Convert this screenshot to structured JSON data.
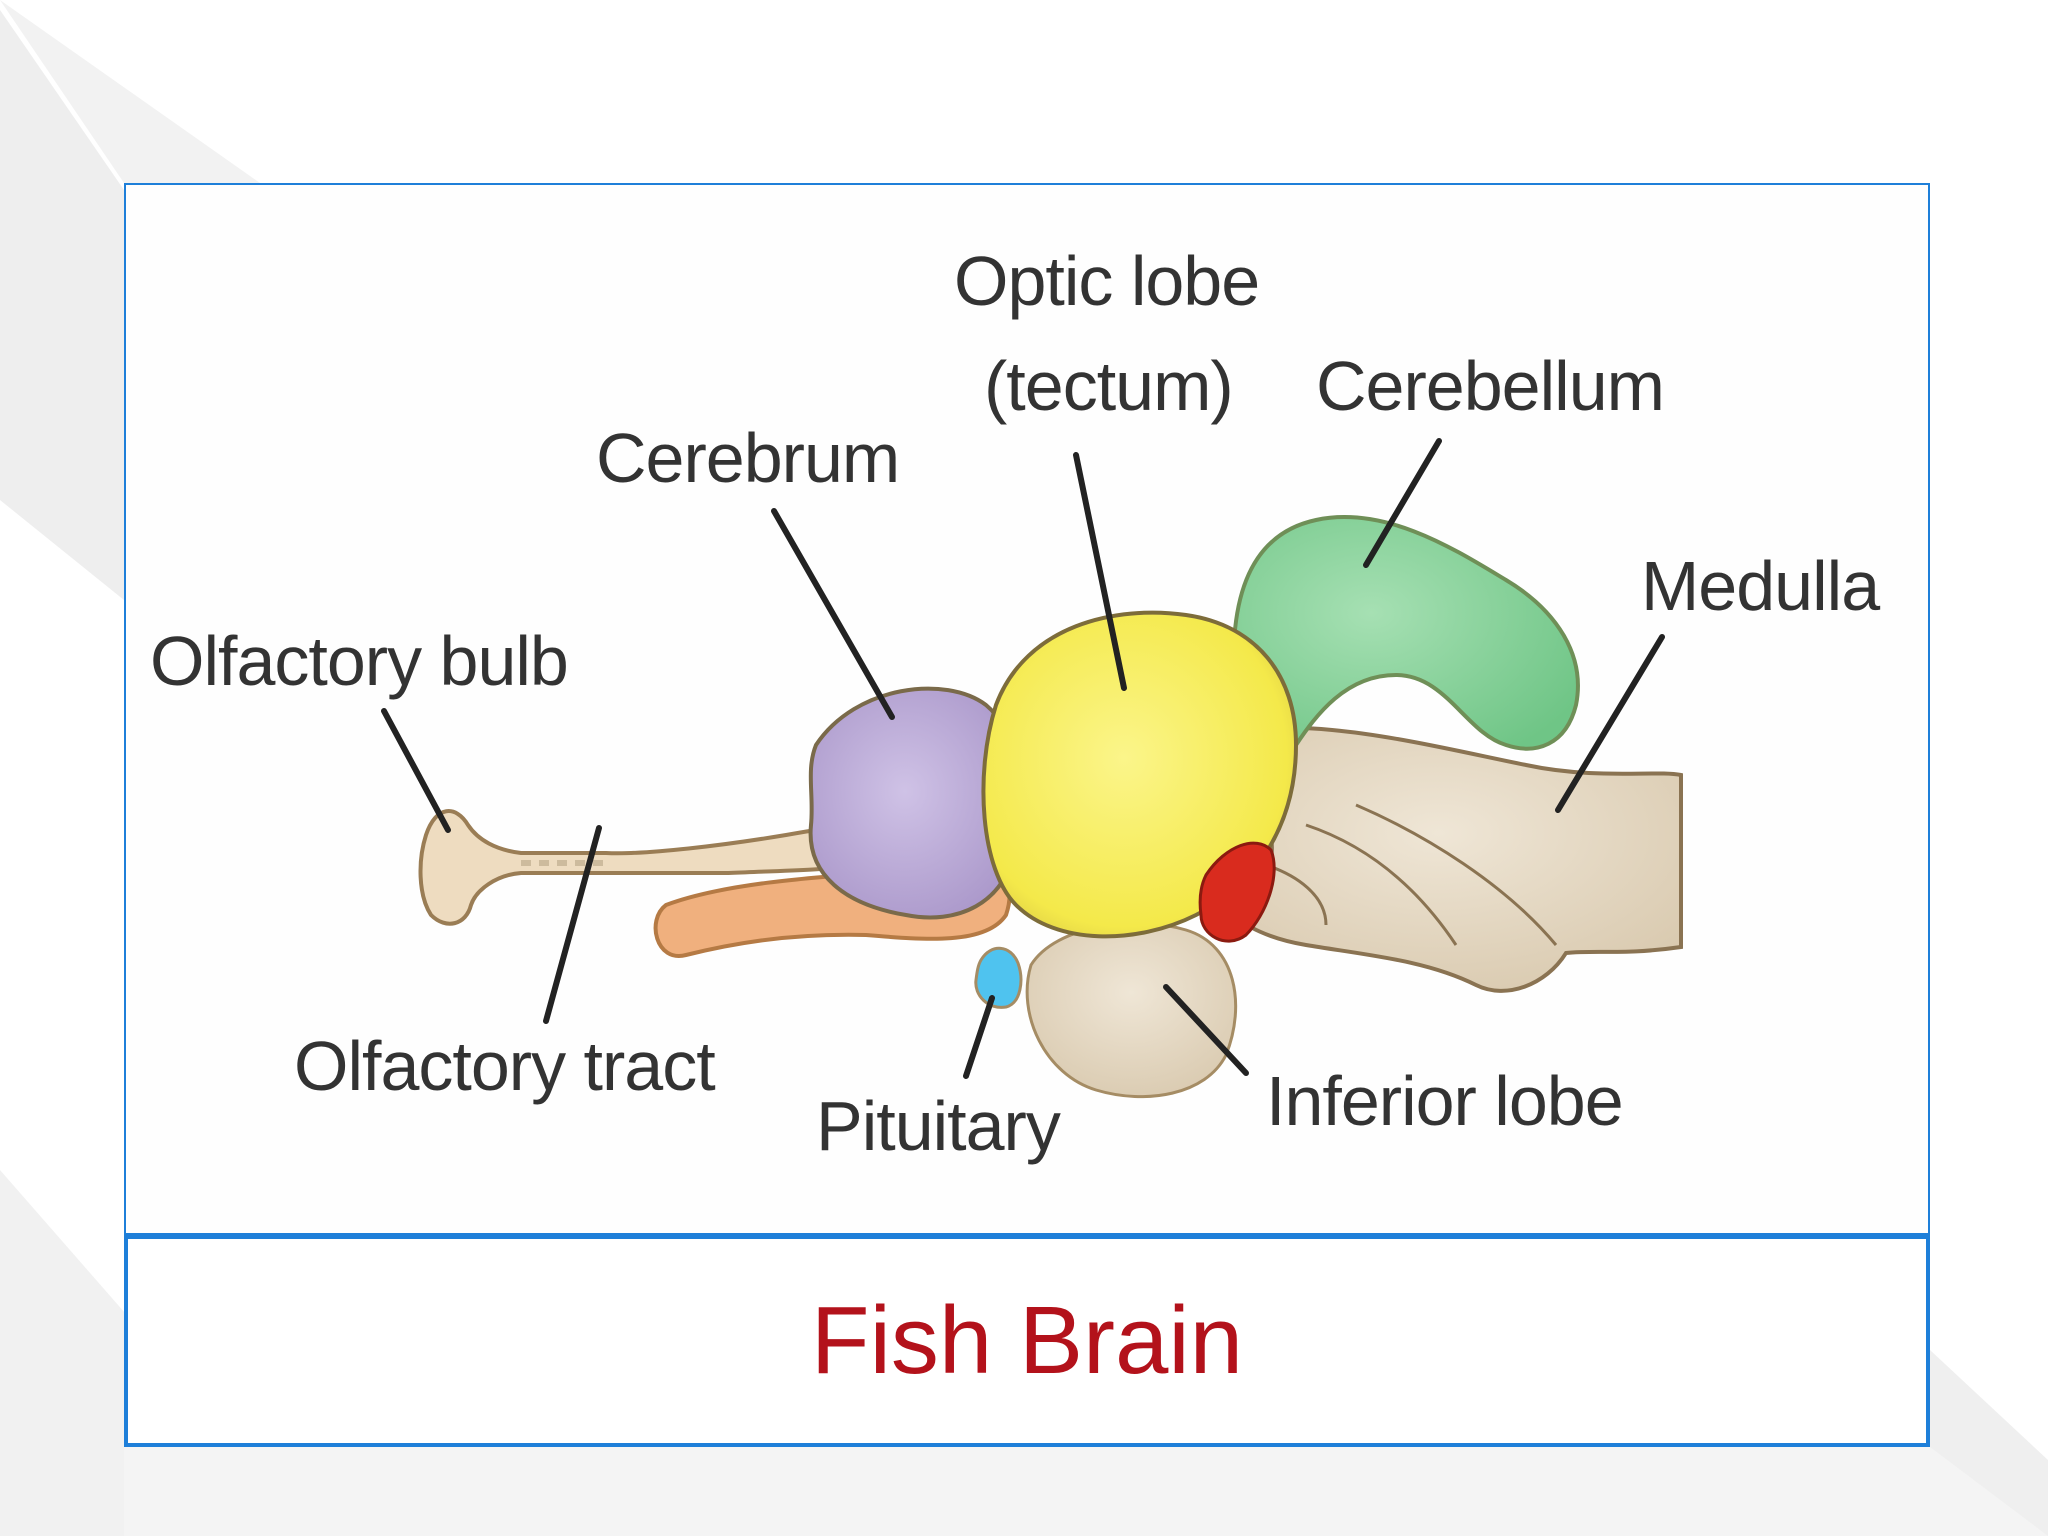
{
  "caption": "Fish Brain",
  "labels": {
    "olfactory_bulb": "Olfactory bulb",
    "cerebrum": "Cerebrum",
    "optic_lobe_line1": "Optic lobe",
    "optic_lobe_line2": "(tectum)",
    "cerebellum": "Cerebellum",
    "medulla": "Medulla",
    "olfactory_tract": "Olfactory tract",
    "pituitary": "Pituitary",
    "inferior_lobe": "Inferior lobe"
  },
  "colors": {
    "frame_border": "#1e7fd9",
    "caption_text": "#b3121b",
    "cerebrum": "#c3b2dc",
    "optic_lobe": "#f7ee5c",
    "cerebellum": "#8fd3a0",
    "olfactory": "#eedcc0",
    "inferior_lobe": "#e8dcc6",
    "pituitary": "#4fc3ef",
    "red_body": "#d92b1e",
    "orange_tract": "#f0b07e",
    "brainstem": "#e3d6c2"
  }
}
